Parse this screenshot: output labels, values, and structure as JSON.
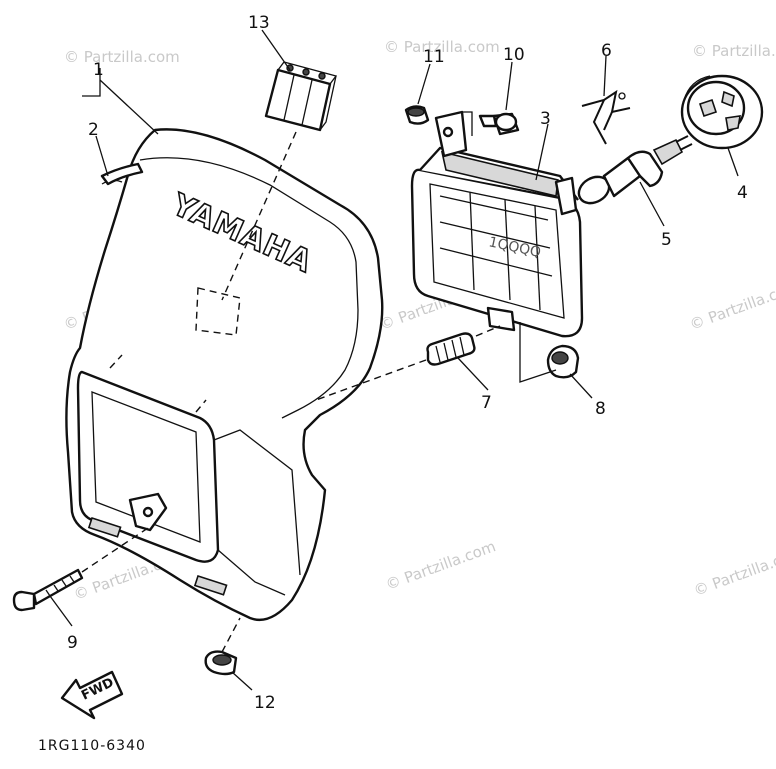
{
  "diagram": {
    "code": "1RG110-6340",
    "brand_text": "YAMAHA",
    "fwd_label": "FWD",
    "watermark": "© Partzilla.com",
    "callouts": [
      "1",
      "2",
      "3",
      "4",
      "5",
      "6",
      "7",
      "8",
      "9",
      "10",
      "11",
      "12",
      "13"
    ]
  }
}
